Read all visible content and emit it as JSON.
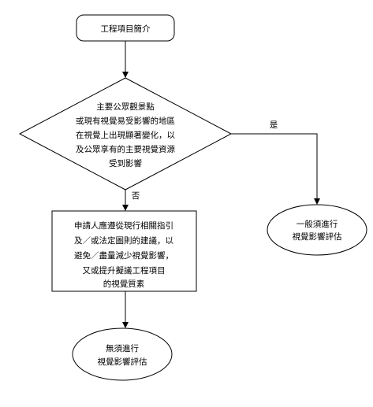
{
  "flowchart": {
    "start": {
      "label": "工程項目簡介"
    },
    "decision": {
      "lines": [
        "主要公眾觀景點",
        "或現有視覺易受影響的地區",
        "在視覺上出現顯著變化，以",
        "及公眾享有的主要視覺資源",
        "受到影響"
      ]
    },
    "yes_label": "是",
    "no_label": "否",
    "yes_outcome": {
      "lines": [
        "一般須進行",
        "視覺影響評估"
      ]
    },
    "applicant_process": {
      "lines": [
        "申請人應遵從現行相關指引",
        "及／或法定圖則的建議，以",
        "避免／盡量減少視覺影響，",
        "又或提升擬議工程項目",
        "的視覺質素"
      ]
    },
    "no_outcome": {
      "lines": [
        "無須進行",
        "視覺影響評估"
      ]
    }
  }
}
